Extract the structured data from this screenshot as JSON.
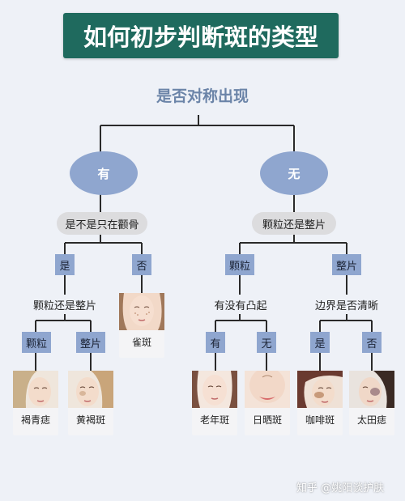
{
  "title": "如何初步判断斑的类型",
  "question": "是否对称出现",
  "branches": {
    "left": {
      "node": "有",
      "question": "是不是只在颧骨",
      "yes": {
        "label": "是",
        "question": "颗粒还是整片",
        "options": [
          {
            "label": "颗粒",
            "result": "褐青痣"
          },
          {
            "label": "整片",
            "result": "黄褐斑"
          }
        ]
      },
      "no": {
        "label": "否",
        "result": "雀斑"
      }
    },
    "right": {
      "node": "无",
      "question": "颗粒还是整片",
      "granular": {
        "label": "颗粒",
        "question": "有没有凸起",
        "options": [
          {
            "label": "有",
            "result": "老年斑"
          },
          {
            "label": "无",
            "result": "日晒斑"
          }
        ]
      },
      "patch": {
        "label": "整片",
        "question": "边界是否清晰",
        "options": [
          {
            "label": "是",
            "result": "咖啡斑"
          },
          {
            "label": "否",
            "result": "太田痣"
          }
        ]
      }
    }
  },
  "watermark": "知乎 @姚阳谈护肤",
  "colors": {
    "title_bg": "#1f6a5e",
    "node": "#8fa6cf",
    "pill": "#dcdcde",
    "line": "#2a2a2a"
  }
}
